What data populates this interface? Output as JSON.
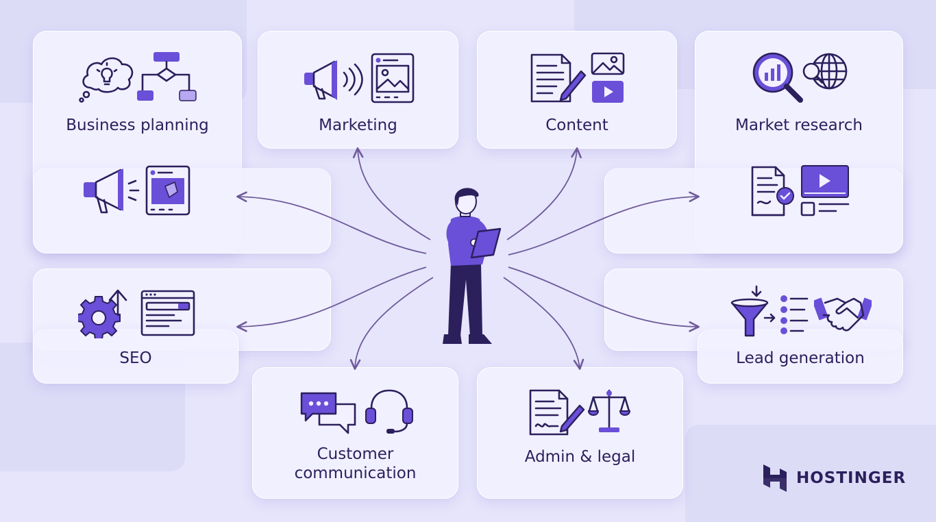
{
  "labels": {
    "business_planning": "Business planning",
    "marketing": "Marketing",
    "content": "Content",
    "market_research": "Market research",
    "seo": "SEO",
    "lead_generation": "Lead generation",
    "customer_communication_line1": "Customer",
    "customer_communication_line2": "communication",
    "admin_legal": "Admin & legal"
  },
  "brand": {
    "name": "HOSTINGER"
  },
  "colors": {
    "background": "#e6e5fb",
    "card": "#f2f1ff",
    "accent": "#6a4fd8",
    "ink": "#2b1f5c",
    "arrow": "#6e5a9a"
  },
  "icons": {
    "business_planning": [
      "thought-bubble-lightbulb-icon",
      "flowchart-icon",
      "megaphone-icon",
      "social-post-icon"
    ],
    "marketing": [
      "megaphone-icon",
      "social-post-icon"
    ],
    "content": [
      "document-pen-icon",
      "image-icon",
      "video-play-icon"
    ],
    "market_research": [
      "magnifier-chart-icon",
      "globe-search-icon",
      "certified-document-icon",
      "video-player-icon"
    ],
    "seo": [
      "gear-arrow-up-icon",
      "browser-search-icon"
    ],
    "lead_generation": [
      "funnel-icon",
      "list-icon",
      "handshake-icon"
    ],
    "customer_communication": [
      "chat-bubbles-icon",
      "headset-icon"
    ],
    "admin_legal": [
      "contract-signature-icon",
      "scales-icon"
    ],
    "center": "person-with-tablet-illustration"
  }
}
